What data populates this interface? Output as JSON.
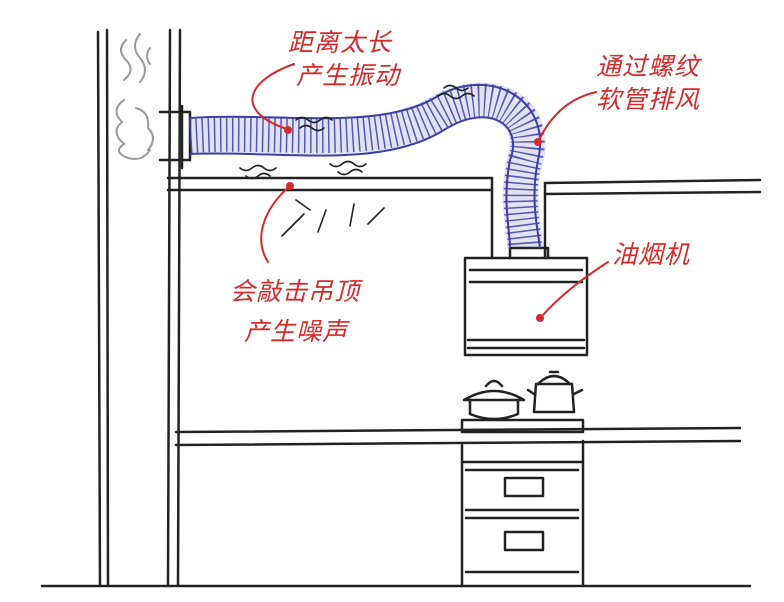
{
  "colors": {
    "ink": "#222222",
    "annotation": "#d42a2a",
    "duct": "#3b3fa8",
    "smoke": "#9a9a9a"
  },
  "annotations": {
    "duct_too_long": {
      "line1": "距离太长",
      "line2": "产生振动"
    },
    "threaded_hose": {
      "line1": "通过螺纹",
      "line2": "软管排风"
    },
    "range_hood": {
      "line1": "油烟机"
    },
    "ceiling_noise": {
      "line1": "会敲击吊顶",
      "line2": "产生噪声"
    }
  },
  "icons": [
    "smoke-icon",
    "pot-icon",
    "kettle-icon",
    "drawer-handle-icon"
  ]
}
